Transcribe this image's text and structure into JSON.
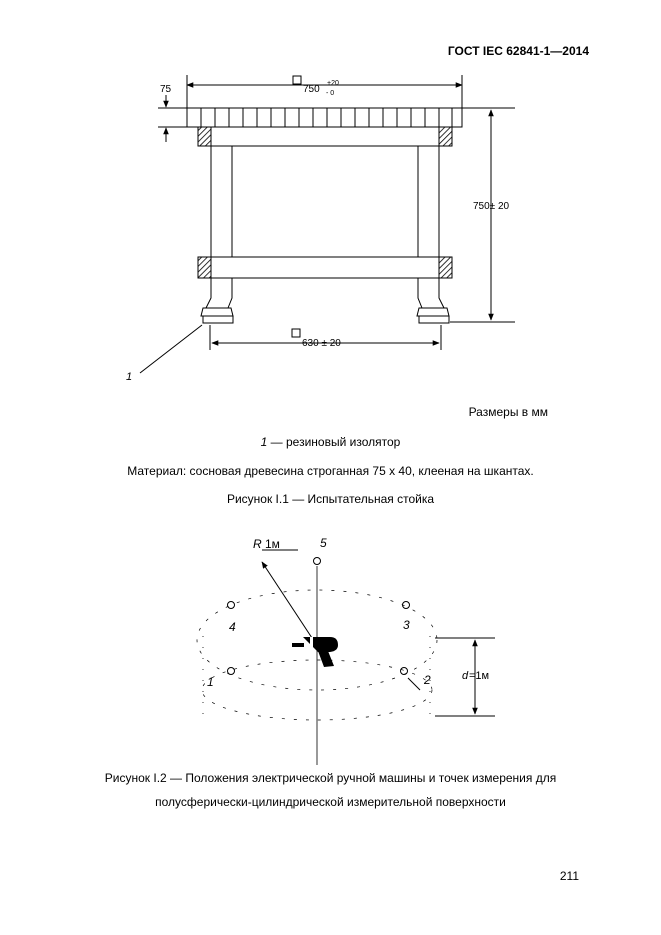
{
  "header": {
    "title": "ГОСТ IEC 62841-1—2014"
  },
  "figure1": {
    "dim_top_width": "750",
    "dim_top_tol_plus": "+20",
    "dim_top_tol_minus": "- 0",
    "dim_thickness": "75",
    "dim_height": "750± 20",
    "dim_bottom_width": "630 ± 20",
    "callout_label": "1",
    "units_note": "Размеры в мм",
    "legend_num": "1",
    "legend_text": " — резиновый изолятор",
    "material": "Материал: сосновая древесина строганная 75 х 40, клееная на шкантах.",
    "caption": "Рисунок I.1 — Испытательная стойка"
  },
  "figure2": {
    "radius_symbol": "R",
    "radius_value": "1м",
    "point_labels": [
      "1",
      "2",
      "3",
      "4",
      "5"
    ],
    "distance_symbol": "d",
    "distance_value": "=1м",
    "caption_line1": "Рисунок I.2 — Положения электрической ручной машины и точек измерения для",
    "caption_line2": "полусферически-цилиндрической измерительной поверхности"
  },
  "page_number": "211"
}
